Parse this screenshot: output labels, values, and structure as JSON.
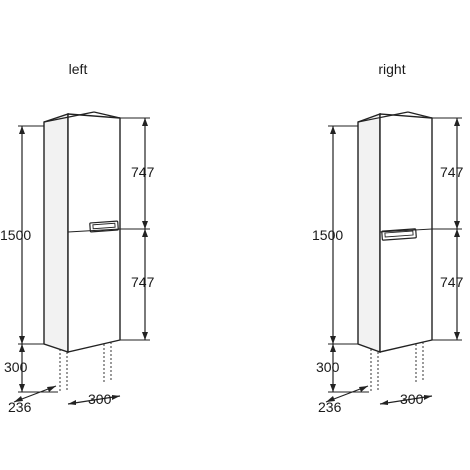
{
  "views": [
    {
      "title": "left",
      "dims": {
        "height_top": "747",
        "height_bottom": "747",
        "total": "1500",
        "legs": "300",
        "depth": "236",
        "width": "300"
      }
    },
    {
      "title": "right",
      "dims": {
        "height_top": "747",
        "height_bottom": "747",
        "total": "1500",
        "legs": "300",
        "depth": "236",
        "width": "300"
      }
    }
  ]
}
